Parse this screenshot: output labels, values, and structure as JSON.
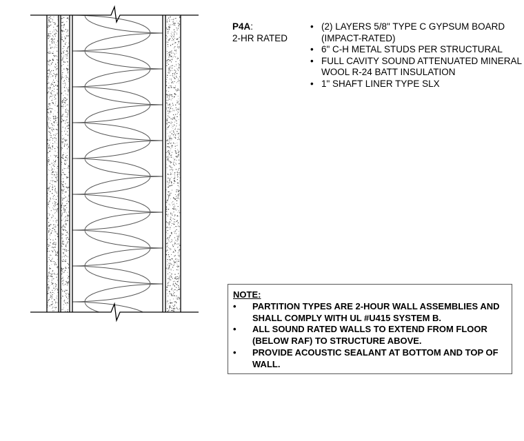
{
  "wall_tag": {
    "code": "P4A",
    "rating": "2-HR RATED"
  },
  "components": [
    "(2) LAYERS 5/8\" TYPE C GYPSUM BOARD (IMPACT-RATED)",
    "6\" C-H METAL STUDS PER STRUCTURAL",
    "FULL CAVITY SOUND ATTENUATED MINERAL WOOL R-24 BATT INSULATION",
    "1\" SHAFT LINER TYPE SLX"
  ],
  "note": {
    "title": "NOTE:",
    "items": [
      "PARTITION TYPES ARE 2-HOUR WALL ASSEMBLIES AND SHALL COMPLY WITH UL #U415 SYSTEM B.",
      "ALL SOUND RATED WALLS TO EXTEND FROM FLOOR (BELOW RAF) TO STRUCTURE ABOVE.",
      "PROVIDE ACOUSTIC SEALANT AT BOTTOM AND TOP OF WALL."
    ]
  },
  "bullet_symbol": "•",
  "colors": {
    "line": "#000000",
    "insulation": "#555555",
    "stipple": "#444444"
  }
}
